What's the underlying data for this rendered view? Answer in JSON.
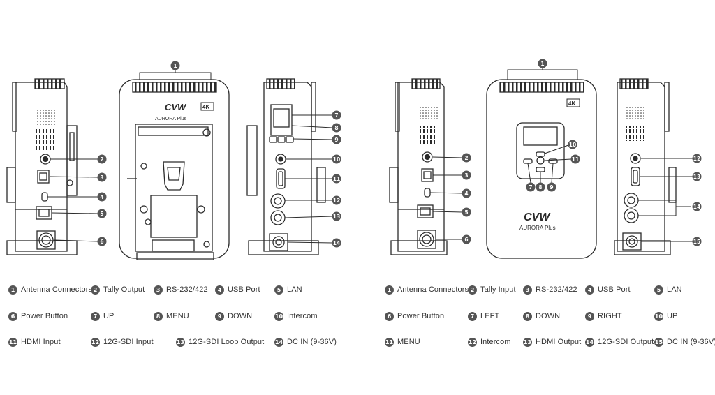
{
  "product": {
    "brand": "CVW",
    "model": "AURORA Plus",
    "badge": "4K"
  },
  "colors": {
    "line": "#2b2b2b",
    "callout_fill": "#555555",
    "callout_text": "#ffffff"
  },
  "transmitter": {
    "callouts": [
      "1",
      "2",
      "3",
      "4",
      "5",
      "6",
      "7",
      "8",
      "9",
      "10",
      "11",
      "12",
      "13",
      "14"
    ],
    "legend": [
      {
        "num": "1",
        "label": "Antenna Connectors"
      },
      {
        "num": "2",
        "label": "Tally Output"
      },
      {
        "num": "3",
        "label": "RS-232/422"
      },
      {
        "num": "4",
        "label": "USB Port"
      },
      {
        "num": "5",
        "label": "LAN"
      },
      {
        "num": "6",
        "label": "Power Button"
      },
      {
        "num": "7",
        "label": "UP"
      },
      {
        "num": "8",
        "label": "MENU"
      },
      {
        "num": "9",
        "label": "DOWN"
      },
      {
        "num": "10",
        "label": "Intercom"
      },
      {
        "num": "11",
        "label": "HDMI Input"
      },
      {
        "num": "12",
        "label": "12G-SDI Input"
      },
      {
        "num": "13",
        "label": "12G-SDI Loop Output"
      },
      {
        "num": "14",
        "label": "DC IN (9-36V)"
      }
    ]
  },
  "receiver": {
    "callouts": [
      "1",
      "2",
      "3",
      "4",
      "5",
      "6",
      "7",
      "8",
      "9",
      "10",
      "11",
      "12",
      "13",
      "14",
      "15"
    ],
    "legend": [
      {
        "num": "1",
        "label": "Antenna Connectors"
      },
      {
        "num": "2",
        "label": "Tally Input"
      },
      {
        "num": "3",
        "label": "RS-232/422"
      },
      {
        "num": "4",
        "label": "USB Port"
      },
      {
        "num": "5",
        "label": "LAN"
      },
      {
        "num": "6",
        "label": "Power Button"
      },
      {
        "num": "7",
        "label": "LEFT"
      },
      {
        "num": "8",
        "label": "DOWN"
      },
      {
        "num": "9",
        "label": "RIGHT"
      },
      {
        "num": "10",
        "label": "UP"
      },
      {
        "num": "11",
        "label": "MENU"
      },
      {
        "num": "12",
        "label": "Intercom"
      },
      {
        "num": "13",
        "label": "HDMI Output"
      },
      {
        "num": "14",
        "label": "12G-SDI Output"
      },
      {
        "num": "15",
        "label": "DC IN (9-36V)"
      }
    ]
  }
}
